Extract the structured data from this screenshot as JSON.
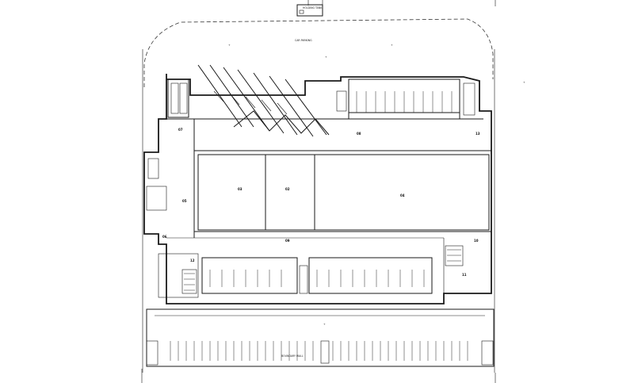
{
  "drawing": {
    "top_label": "HOLDING TANK",
    "site_label": "CAR PARKING",
    "labels": {
      "room_a": "07",
      "room_b": "08",
      "room_c": "03",
      "room_d": "02",
      "room_e": "04",
      "room_f": "05",
      "room_g": "06",
      "room_h": "09",
      "room_i": "10",
      "room_j": "11",
      "room_k": "12",
      "room_l": "13",
      "bottom_note": "BOUNDARY WALL"
    }
  }
}
